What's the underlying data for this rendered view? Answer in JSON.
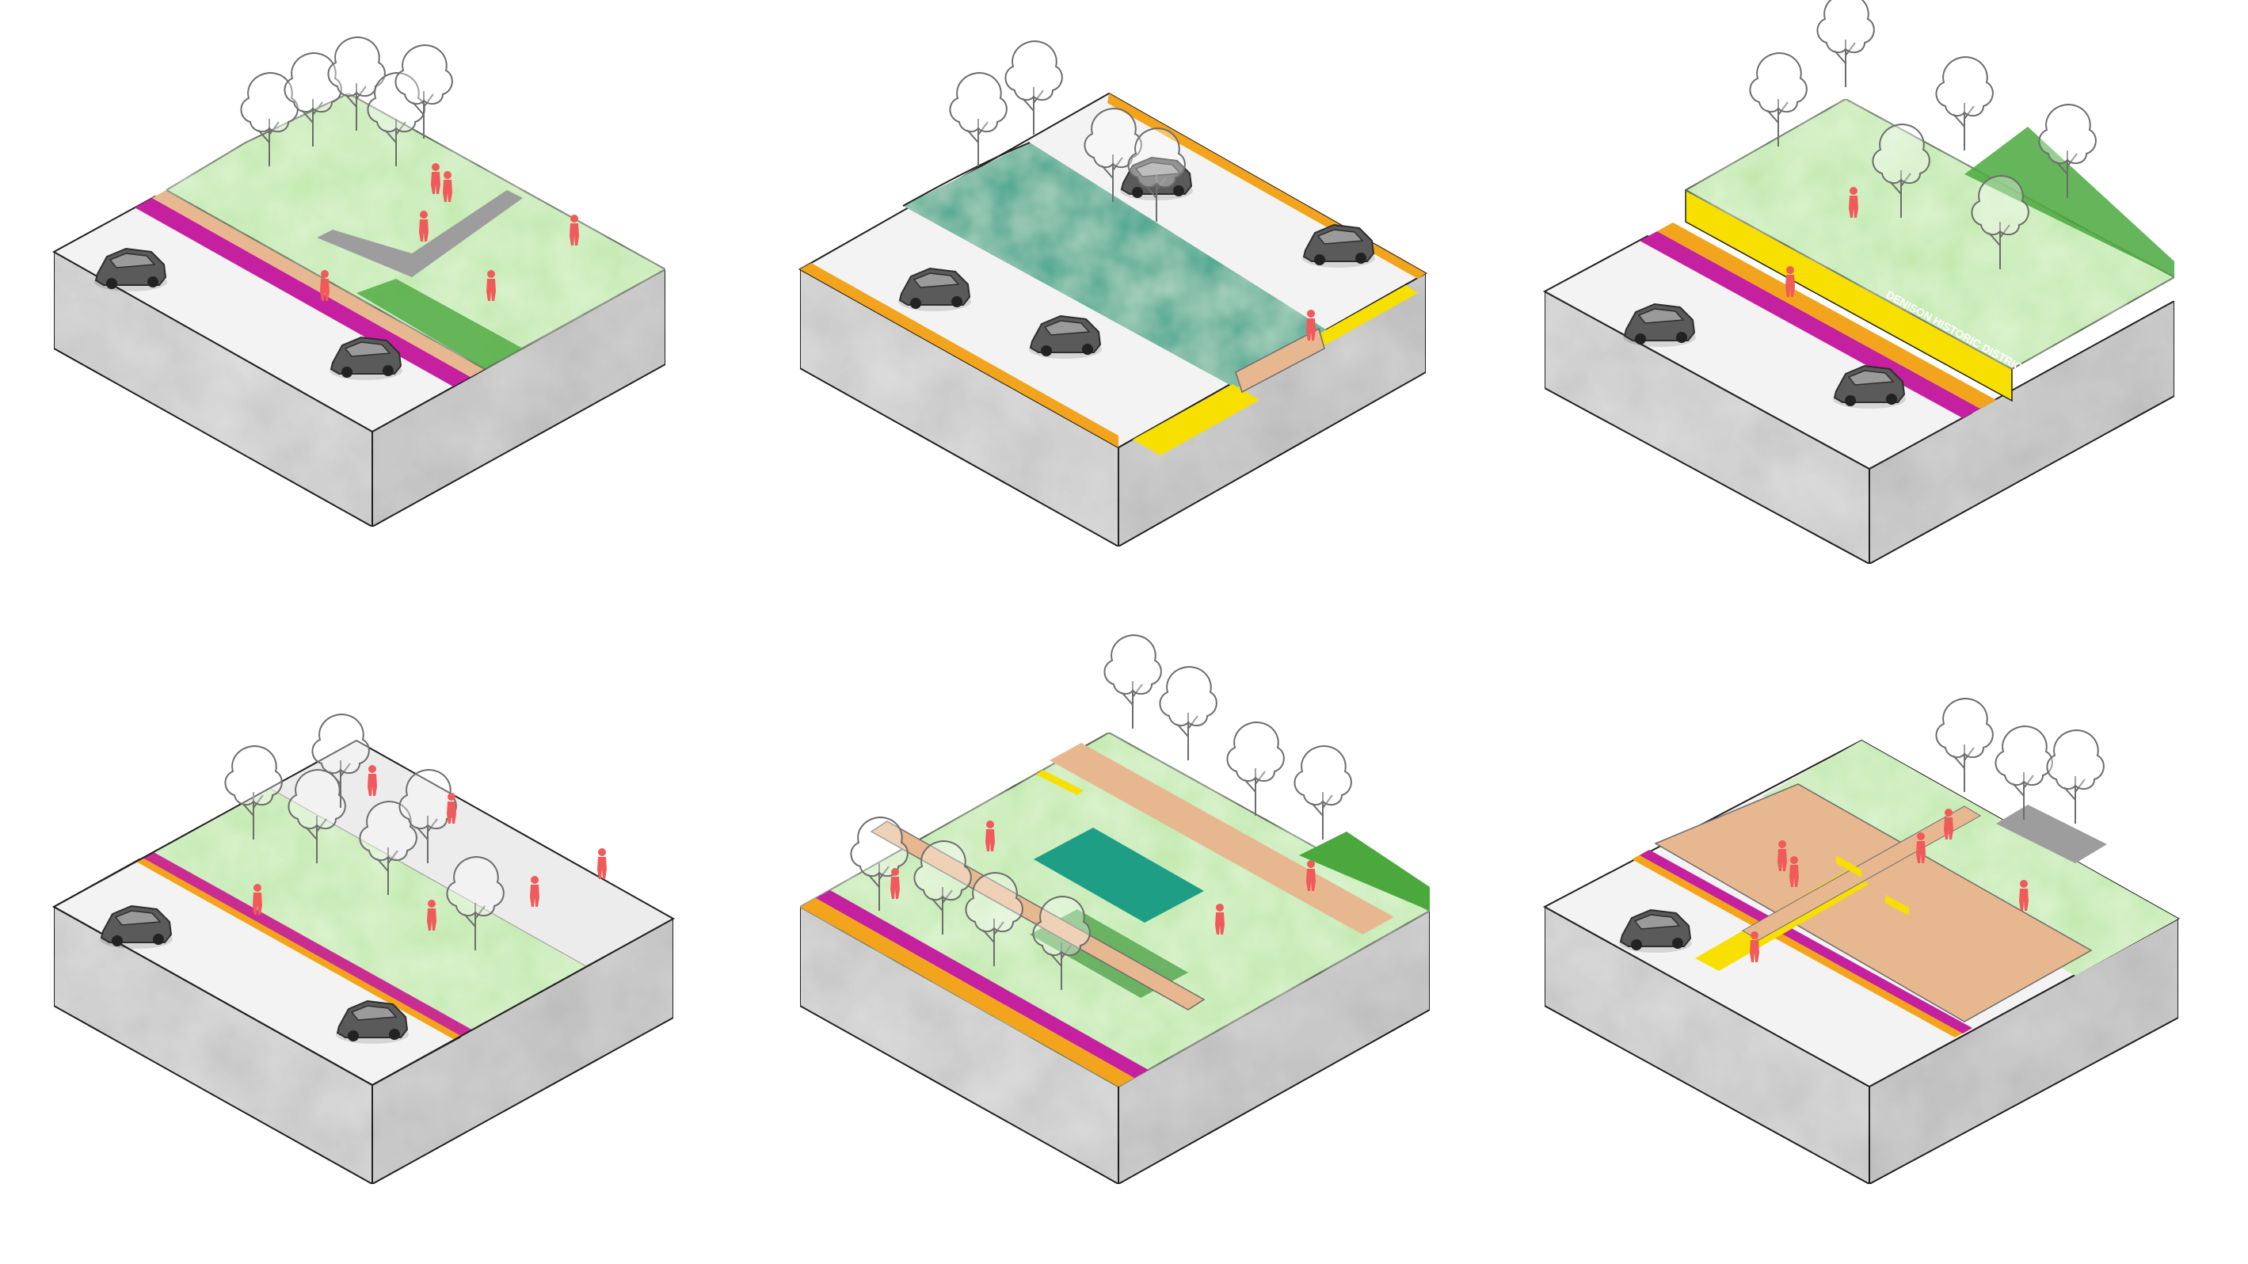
{
  "diagrams": [
    {
      "name": "riverside-park-slope",
      "sign_text": ""
    },
    {
      "name": "canal-road-crossing",
      "sign_text": ""
    },
    {
      "name": "historic-district-wall",
      "sign_text": "DENISON HISTORIC DISTRICT"
    },
    {
      "name": "plaza-green-strip",
      "sign_text": ""
    },
    {
      "name": "park-with-pool",
      "sign_text": ""
    },
    {
      "name": "deck-crossing-plaza",
      "sign_text": ""
    }
  ],
  "colors": {
    "concrete": "#e2e2e2",
    "concrete_dark": "#cfcfcf",
    "road": "#f2f2f2",
    "grass": "#b9e6a6",
    "grass_dark": "#4aa83d",
    "water": "#1f9e86",
    "magenta": "#c4209f",
    "yellow": "#f7df00",
    "orange": "#f2a41d",
    "wood": "#e7b890",
    "paving": "#e9e9e9",
    "people": "#f05a5a",
    "car": "#4a4a4a",
    "tree_line": "#6d6d6d"
  },
  "icons": [
    "car-icon",
    "tree-icon",
    "person-icon"
  ]
}
